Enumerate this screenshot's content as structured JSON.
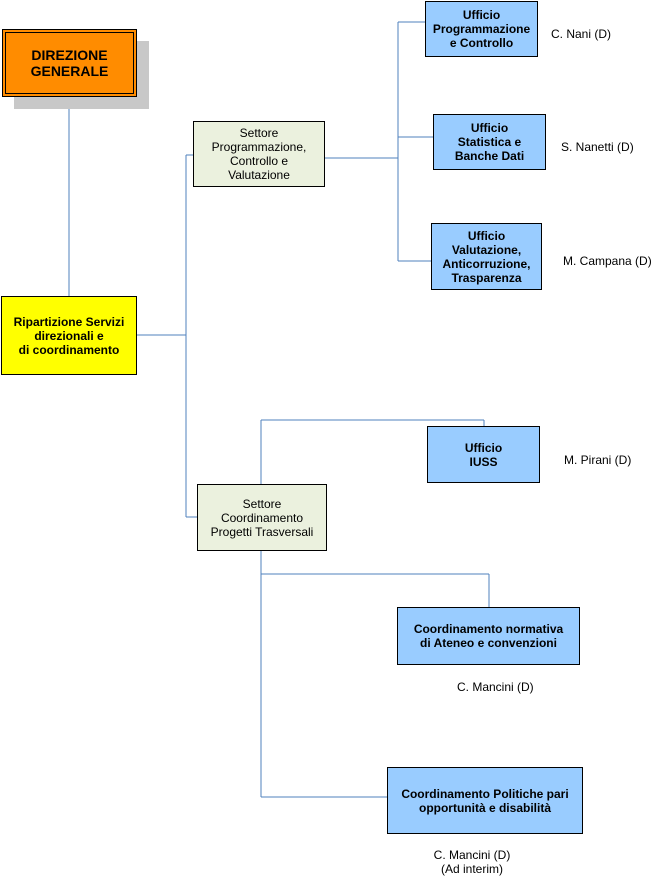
{
  "direzione_generale": "DIREZIONE\nGENERALE",
  "ripartizione": "Ripartizione Servizi\ndirezionali e\ndi coordinamento",
  "settore_programmazione": "Settore\nProgrammazione,\nControllo e\nValutazione",
  "settore_coordinamento": "Settore\nCoordinamento\nProgetti Trasversali",
  "uffici": {
    "programmazione": {
      "label": "Ufficio\nProgrammazione\ne Controllo",
      "responsabile": "C. Nani (D)"
    },
    "statistica": {
      "label": "Ufficio\nStatistica e\nBanche Dati",
      "responsabile": "S. Nanetti (D)"
    },
    "valutazione": {
      "label": "Ufficio\nValutazione,\nAnticorruzione,\nTrasparenza",
      "responsabile": "M. Campana (D)"
    },
    "iuss": {
      "label": "Ufficio\nIUSS",
      "responsabile": "M. Pirani (D)"
    },
    "normativa": {
      "label": "Coordinamento normativa\ndi Ateneo e convenzioni",
      "responsabile": "C. Mancini (D)"
    },
    "pari_opportunita": {
      "label": "Coordinamento Politiche pari\nopportunità e disabilità",
      "responsabile": "C. Mancini (D)\n(Ad interim)"
    }
  },
  "colors": {
    "connector": "#4f81bd",
    "direzione_fill": "#ff8c00",
    "ripartizione_fill": "#ffff00",
    "settore_fill": "#ebf1de",
    "ufficio_fill": "#99ccff"
  }
}
